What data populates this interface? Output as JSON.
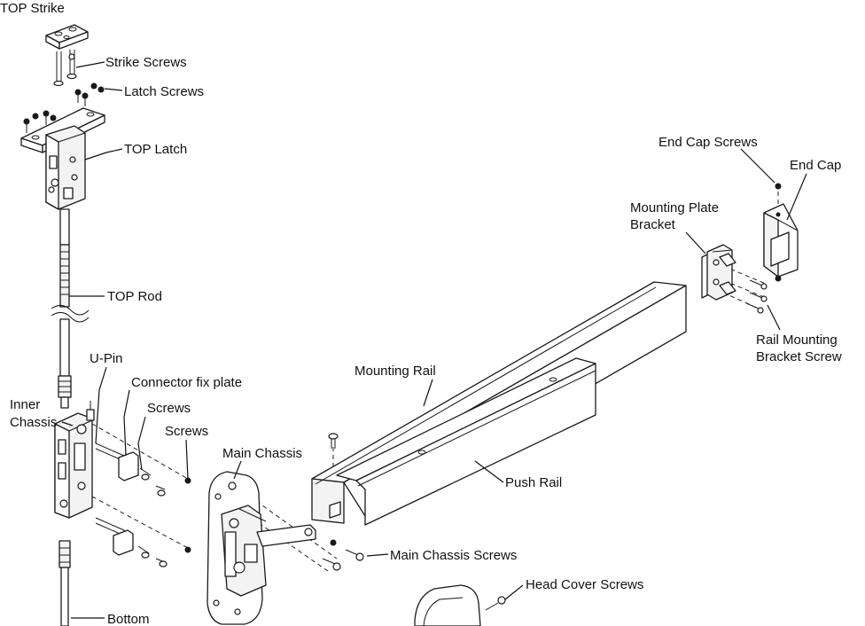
{
  "labels": {
    "top_strike": "TOP Strike",
    "strike_screws": "Strike Screws",
    "latch_screws": "Latch Screws",
    "top_latch": "TOP Latch",
    "top_rod": "TOP Rod",
    "u_pin": "U-Pin",
    "connector_fix_plate": "Connector fix plate",
    "screws_1": "Screws",
    "screws_2": "Screws",
    "inner_chassis_line1": "Inner",
    "inner_chassis_line2": "Chassis",
    "bottom": "Bottom",
    "main_chassis": "Main Chassis",
    "mounting_rail": "Mounting Rail",
    "push_rail": "Push Rail",
    "main_chassis_screws": "Main Chassis Screws",
    "head_cover_screws": "Head Cover Screws",
    "end_cap_screws": "End Cap Screws",
    "end_cap": "End Cap",
    "mounting_plate_bracket_line1": "Mounting Plate",
    "mounting_plate_bracket_line2": "Bracket",
    "rail_mounting_bracket_screw_line1": "Rail Mounting",
    "rail_mounting_bracket_screw_line2": "Bracket Screw"
  }
}
